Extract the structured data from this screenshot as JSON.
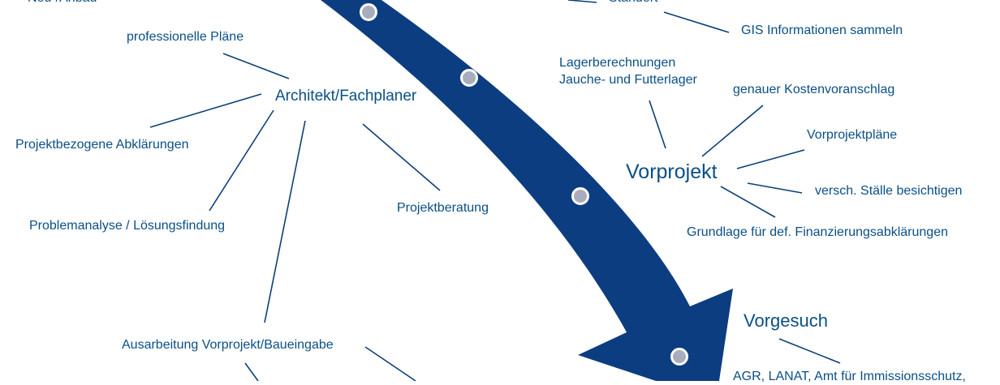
{
  "colors": {
    "arrow": "#0c3d80",
    "text": "#0a4f86",
    "connector": "#0d3f78",
    "marker_fill": "#a9acbc",
    "marker_ring": "#ffffff"
  },
  "labels": {
    "top_cut_left": "Neu-/Anbau",
    "top_cut_right": "Standort",
    "gis": "GIS Informationen sammeln",
    "professionelle_plaene": "professionelle Pläne",
    "architekt": "Architekt/Fachplaner",
    "projektbezogene": "Projektbezogene Abklärungen",
    "problemanalyse": "Problemanalyse / Lösungsfindung",
    "projektberatung": "Projektberatung",
    "ausarbeitung": "Ausarbeitung Vorprojekt/Baueingabe",
    "lagerberechnungen_1": "Lagerberechnungen",
    "lagerberechnungen_2": "Jauche- und Futterlager",
    "kostenvoranschlag": "genauer Kostenvoranschlag",
    "vorprojekt": "Vorprojekt",
    "vorprojektplaene": "Vorprojektpläne",
    "staelle": "versch. Ställe besichtigen",
    "grundlage": "Grundlage für def. Finanzierungsabklärungen",
    "vorgesuch": "Vorgesuch",
    "agr": "AGR, LANAT, Amt für Immissionsschutz,"
  }
}
